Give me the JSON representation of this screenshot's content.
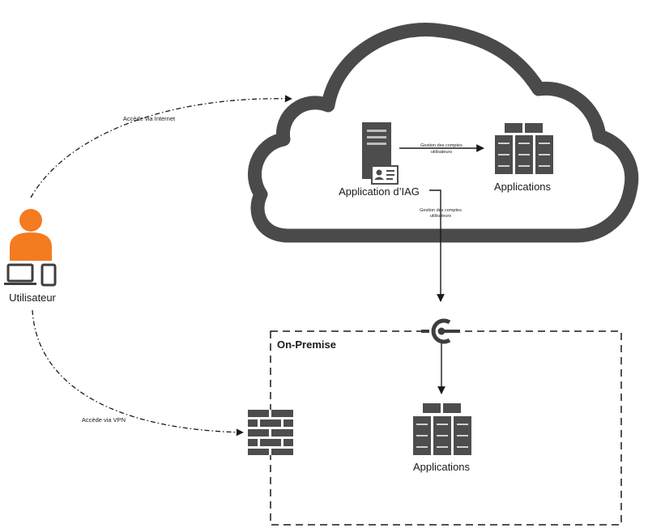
{
  "user": {
    "label": "Utilisateur",
    "color": "#F47B20"
  },
  "cloud": {
    "iag_app_label": "Application d’IAG",
    "apps_label": "Applications",
    "mgmt_label_line1": "Gestion des comptes",
    "mgmt_label_line2": "utilisateurs",
    "mgmt_down_label_line1": "Gestion des comptes",
    "mgmt_down_label_line2": "utilisateurs"
  },
  "onprem": {
    "title": "On-Premise",
    "apps_label": "Applications"
  },
  "links": {
    "internet_label": "Accède via Internet",
    "vpn_label": "Accède via VPN"
  },
  "colors": {
    "icon": "#4d4d4d",
    "stroke": "#2b2b2b",
    "accent": "#F47B20"
  }
}
